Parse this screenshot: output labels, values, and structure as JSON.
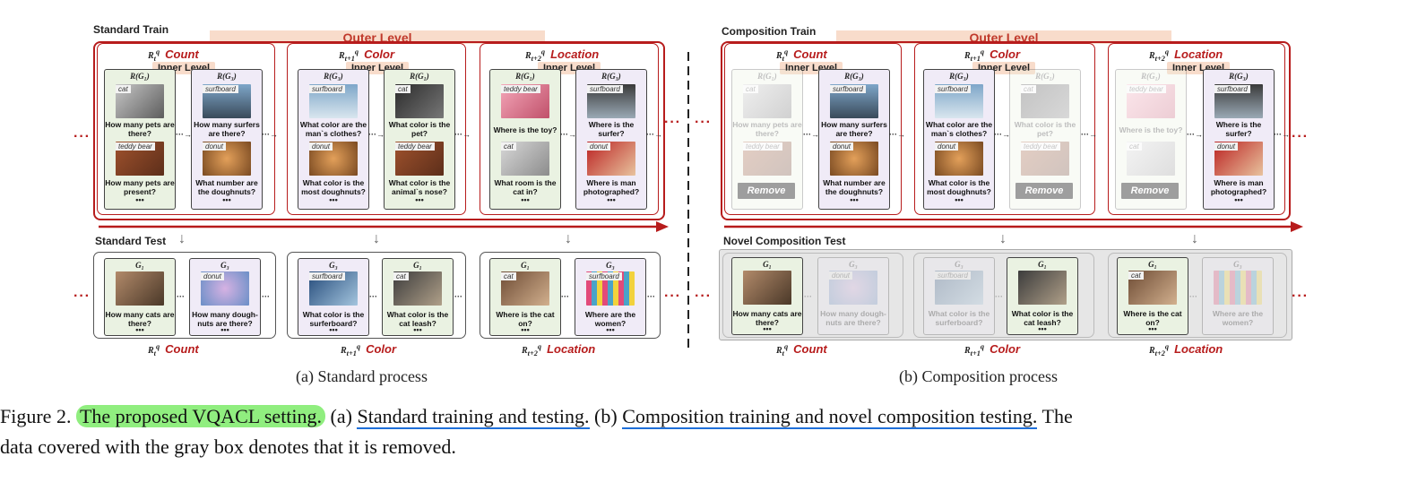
{
  "left": {
    "train_title": "Standard Train",
    "test_title": "Standard Test",
    "outer_level": "Outer Level",
    "subcaption": "(a) Standard process"
  },
  "right": {
    "train_title": "Composition Train",
    "test_title": "Novel Composition Test",
    "outer_level": "Outer Level",
    "subcaption": "(b) Composition process"
  },
  "inner_level": "Inner Level",
  "remove_label": "Remove",
  "tasks": [
    {
      "name": "Count",
      "sym": "R",
      "sub": "t"
    },
    {
      "name": "Color",
      "sym": "R",
      "sub": "t+1"
    },
    {
      "name": "Location",
      "sym": "R",
      "sub": "t+2"
    }
  ],
  "group_heads": {
    "g1": "R(G₁)",
    "g3": "R(G₃)"
  },
  "test_heads": {
    "g1": "G₁",
    "g3": "G₃"
  },
  "train_cards": [
    {
      "head": "R(G₁)",
      "tag1": "cat",
      "q1": "How many pets are there?",
      "tag2": "teddy bear",
      "q2": "How many pets are present?"
    },
    {
      "head": "R(G₃)",
      "tag1": "surfboard",
      "q1": "How many surfers are there?",
      "tag2": "donut",
      "q2": "What number are the doughnuts?"
    },
    {
      "head": "R(G₃)",
      "tag1": "surfboard",
      "q1": "What color are the man`s clothes?",
      "tag2": "donut",
      "q2": "What color is the most doughnuts?"
    },
    {
      "head": "R(G₁)",
      "tag1": "cat",
      "q1": "What color is the pet?",
      "tag2": "teddy bear",
      "q2": "What color is the animal`s nose?"
    },
    {
      "head": "R(G₁)",
      "tag1": "teddy bear",
      "q1": "Where is the toy?",
      "tag2": "cat",
      "q2": "What room is the cat in?"
    },
    {
      "head": "R(G₃)",
      "tag1": "surfboard",
      "q1": "Where is the surfer?",
      "tag2": "donut",
      "q2": "Where is man photographed?"
    }
  ],
  "test_cards": [
    {
      "head": "G₁",
      "tag": "",
      "q": "How many cats are there?"
    },
    {
      "head": "G₃",
      "tag": "donut",
      "q": "How many dough-nuts are there?"
    },
    {
      "head": "G₃",
      "tag": "surfboard",
      "q": "What color is the surferboard?"
    },
    {
      "head": "G₁",
      "tag": "cat",
      "q": "What color is the cat leash?"
    },
    {
      "head": "G₁",
      "tag": "cat",
      "q": "Where is the cat on?"
    },
    {
      "head": "G₃",
      "tag": "surfboard",
      "q": "Where are the women?"
    }
  ],
  "caption": {
    "prefix": "Figure 2.",
    "highlight": "The proposed VQACL setting.",
    "part_a_label": "(a)",
    "part_a": "Standard training and testing.",
    "part_b_label": "(b)",
    "part_b": "Composition training and novel composition testing.",
    "tail": "The",
    "line2": "data covered with the gray box denotes that it is removed."
  },
  "colors": {
    "accent_red": "#b71c1c",
    "band": "#f8dccb",
    "green_card": "#eaf2e2",
    "purple_card": "#f0ebf7",
    "highlight": "#90ee7f",
    "underline": "#1e6fd9"
  }
}
